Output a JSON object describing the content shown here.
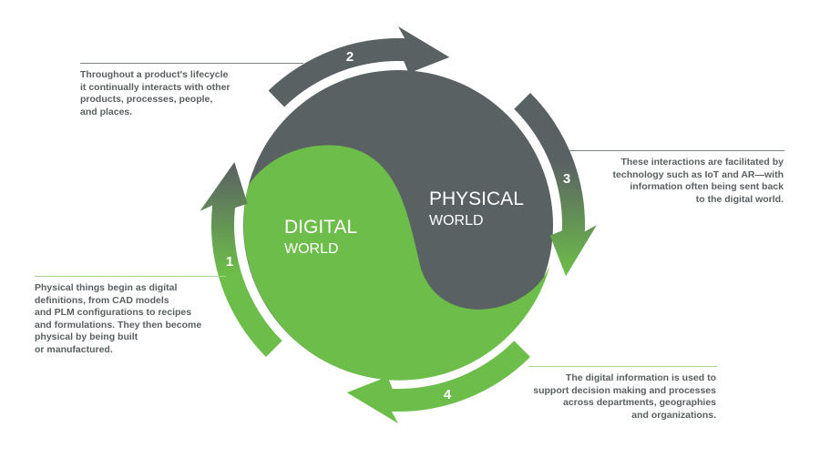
{
  "colors": {
    "gray": "#5a6163",
    "green": "#6dbd4a",
    "rule_gray": "#7d8486",
    "rule_green": "#a9d68f",
    "text": "#5a5f61"
  },
  "worlds": {
    "digital": {
      "line1": "DIGITAL",
      "line2": "WORLD"
    },
    "physical": {
      "line1": "PHYSICAL",
      "line2": "WORLD"
    }
  },
  "steps": [
    {
      "number": "1",
      "text": [
        "Physical things begin as digital",
        "definitions, from CAD models",
        "and PLM configurations to recipes",
        "and formulations. They then become",
        "physical by being built",
        "or manufactured."
      ]
    },
    {
      "number": "2",
      "text": [
        "Throughout a product's lifecycle",
        "it continually interacts with other",
        "products, processes, people,",
        "and places."
      ]
    },
    {
      "number": "3",
      "text": [
        "These interactions are facilitated by",
        "technology such as IoT and AR—with",
        "information often being sent back",
        "to the digital world."
      ]
    },
    {
      "number": "4",
      "text": [
        "The digital information is used to",
        "support decision making and processes",
        "across departments, geographies",
        "and organizations."
      ]
    }
  ]
}
